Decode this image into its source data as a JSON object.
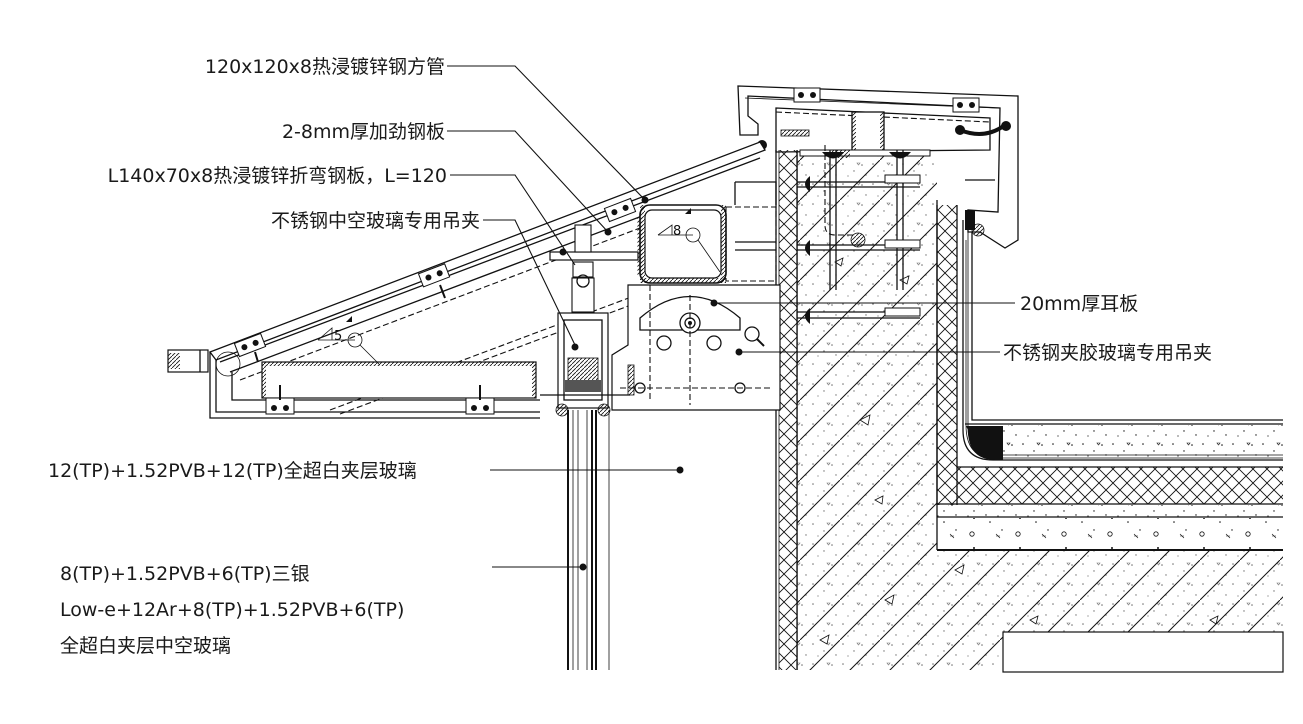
{
  "drawing": {
    "type": "architectural section detail",
    "colors": {
      "line": "#111111",
      "background": "#ffffff"
    },
    "annotations": [
      {
        "id": "steel-tube",
        "text": "120x120x8热浸镀锌钢方管"
      },
      {
        "id": "stiffener-plate",
        "text": "2-8mm厚加劲钢板"
      },
      {
        "id": "bent-angle-plate",
        "text": "L140x70x8热浸镀锌折弯钢板，L=120"
      },
      {
        "id": "igu-clamp",
        "text": "不锈钢中空玻璃专用吊夹"
      },
      {
        "id": "ear-plate",
        "text": "20mm厚耳板"
      },
      {
        "id": "laminated-clamp",
        "text": "不锈钢夹胶玻璃专用吊夹"
      },
      {
        "id": "laminated-glass",
        "text": "12(TP)+1.52PVB+12(TP)全超白夹层玻璃"
      },
      {
        "id": "igu-glass-line1",
        "text": "8(TP)+1.52PVB+6(TP)三银"
      },
      {
        "id": "igu-glass-line2",
        "text": "Low-e+12Ar+8(TP)+1.52PVB+6(TP)"
      },
      {
        "id": "igu-glass-line3",
        "text": "全超白夹层中空玻璃"
      }
    ],
    "weld_symbols": [
      {
        "id": "weld-tube",
        "text": "8"
      },
      {
        "id": "weld-sill",
        "text": "5"
      }
    ]
  }
}
